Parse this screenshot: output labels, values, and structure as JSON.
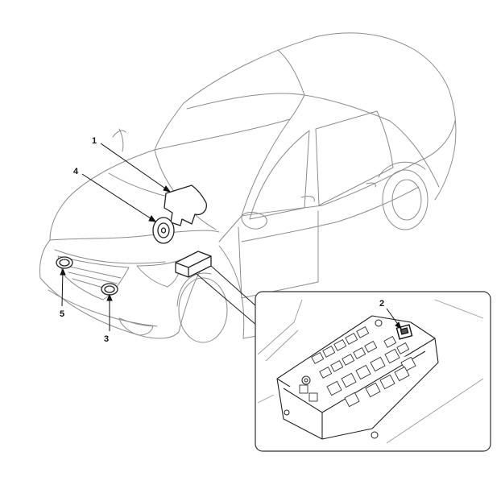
{
  "callouts": [
    {
      "id": "1",
      "label": "1"
    },
    {
      "id": "2",
      "label": "2"
    },
    {
      "id": "3",
      "label": "3"
    },
    {
      "id": "4",
      "label": "4"
    },
    {
      "id": "5",
      "label": "5"
    }
  ],
  "colors": {
    "line": "#333333",
    "light_line": "#9a9a9a",
    "background": "#ffffff"
  },
  "parts": [
    {
      "ref": "1",
      "icon": "wiring-harness-icon"
    },
    {
      "ref": "2",
      "icon": "relay-icon"
    },
    {
      "ref": "3",
      "icon": "horn-icon"
    },
    {
      "ref": "4",
      "icon": "horn-icon"
    },
    {
      "ref": "5",
      "icon": "horn-icon"
    }
  ]
}
